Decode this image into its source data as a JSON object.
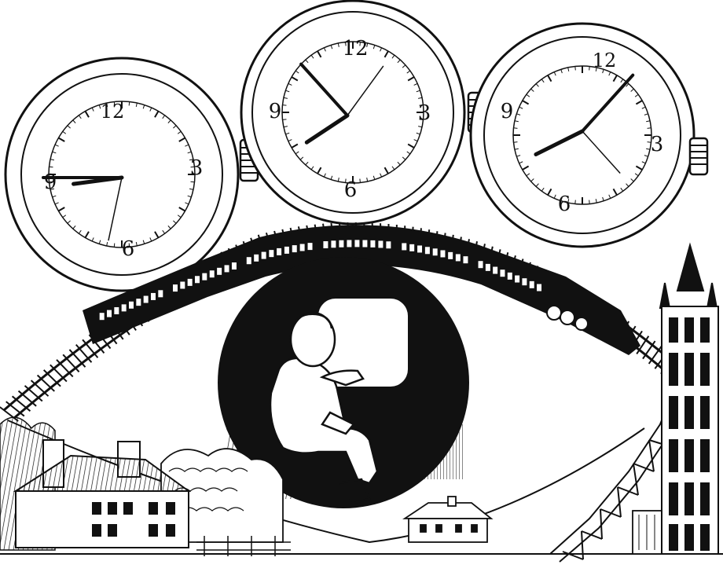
{
  "illustration": {
    "clocks": [
      {
        "name": "clock-left",
        "numerals": {
          "twelve": "12",
          "three": "3",
          "six": "6",
          "nine": "9"
        },
        "time": {
          "hour": 8,
          "minute": 45,
          "second": 32
        }
      },
      {
        "name": "clock-center",
        "numerals": {
          "twelve": "12",
          "three": "3",
          "six": "6",
          "nine": "9"
        },
        "time": {
          "hour": 7,
          "minute": 53,
          "second": 6
        }
      },
      {
        "name": "clock-right",
        "numerals": {
          "twelve": "12",
          "three": "3",
          "six": "6",
          "nine": "9"
        },
        "time": {
          "hour": 8,
          "minute": 7,
          "second": 23
        }
      }
    ],
    "palette": {
      "ink": "#111111",
      "paper": "#ffffff"
    }
  }
}
